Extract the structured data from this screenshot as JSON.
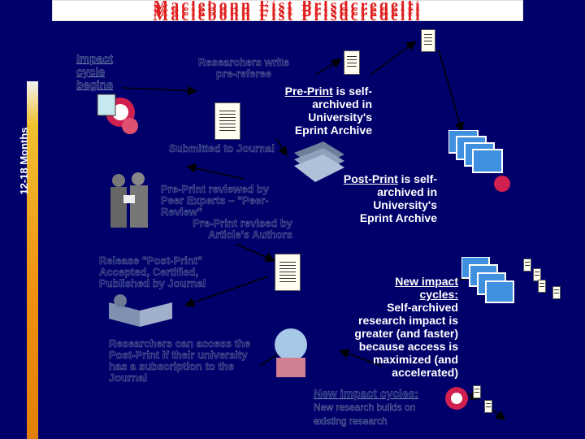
{
  "title": "Maclebonn Fist Prlsdcreqelfi",
  "side_label": "12-18 Months",
  "labels": {
    "impact_cycle": "Impact cycle begins",
    "researchers_write": "Researchers write pre-referee",
    "pre_print": "Pre-Print",
    "pre_print_rest": "is self-archived in University's Eprint Archive",
    "pre_print_overlay": "Pre-Print",
    "submitted": "Submitted to Journal",
    "reviewed": "Pre-Print reviewed by Peer Experts – \"Peer-Review\"",
    "revised": "Pre-Print revised by Article's Authors",
    "post_print": "Post-Print",
    "post_print_rest": "is self-archived in University's Eprint Archive",
    "released": "Release \"Post-Print\" Accepted, Certified, Published by Journal",
    "new_impact": "New impact cycles:",
    "self_archived": "Self-archived research impact is greater (and faster) because access is maximized (and accelerated)",
    "researchers_access": "Researchers can access the Post-Print if their university has a subscription to the Journal",
    "new_impact2": "New impact cycles:",
    "new_impact2_rest": "New research builds on existing research"
  },
  "colors": {
    "background": "#00006b",
    "white_text": "#ffffff",
    "dim_text": "#09096e",
    "timebar": "#f08f10",
    "title_red": "#e02020"
  }
}
